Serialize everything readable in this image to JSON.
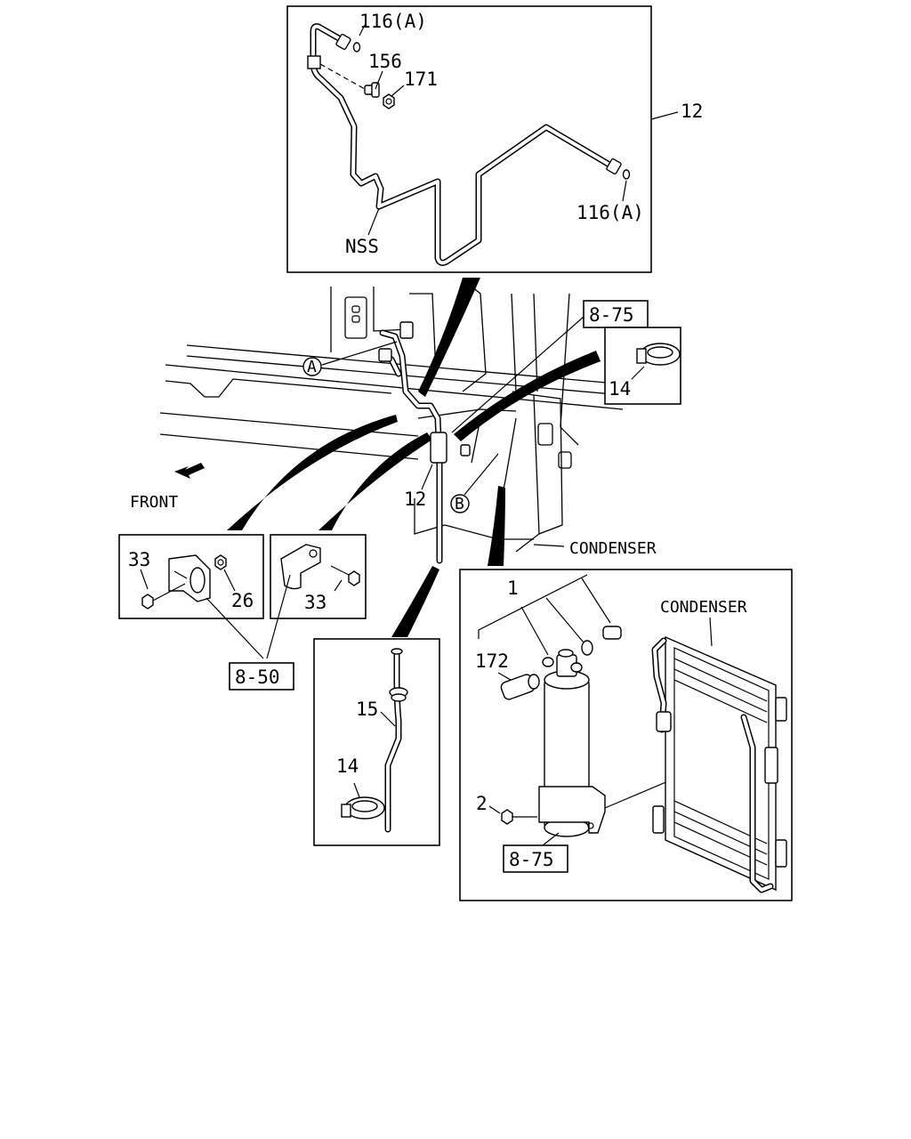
{
  "diagram": {
    "labels": {
      "l116a_top": "116(A)",
      "l156": "156",
      "l171": "171",
      "l12_top": "12",
      "l116a_right": "116(A)",
      "lnss": "NSS",
      "l875_top": "8-75",
      "l14_top": "14",
      "lfront": "FRONT",
      "l12_mid": "12",
      "lcondenser_main": "CONDENSER",
      "l33_left": "33",
      "l26": "26",
      "l33_right": "33",
      "l850": "8-50",
      "l15": "15",
      "l14_bot": "14",
      "l1": "1",
      "l172": "172",
      "l2": "2",
      "l875_bot": "8-75",
      "lcondenser_inset": "CONDENSER"
    },
    "callouts": {
      "a": "A",
      "b": "B"
    }
  }
}
